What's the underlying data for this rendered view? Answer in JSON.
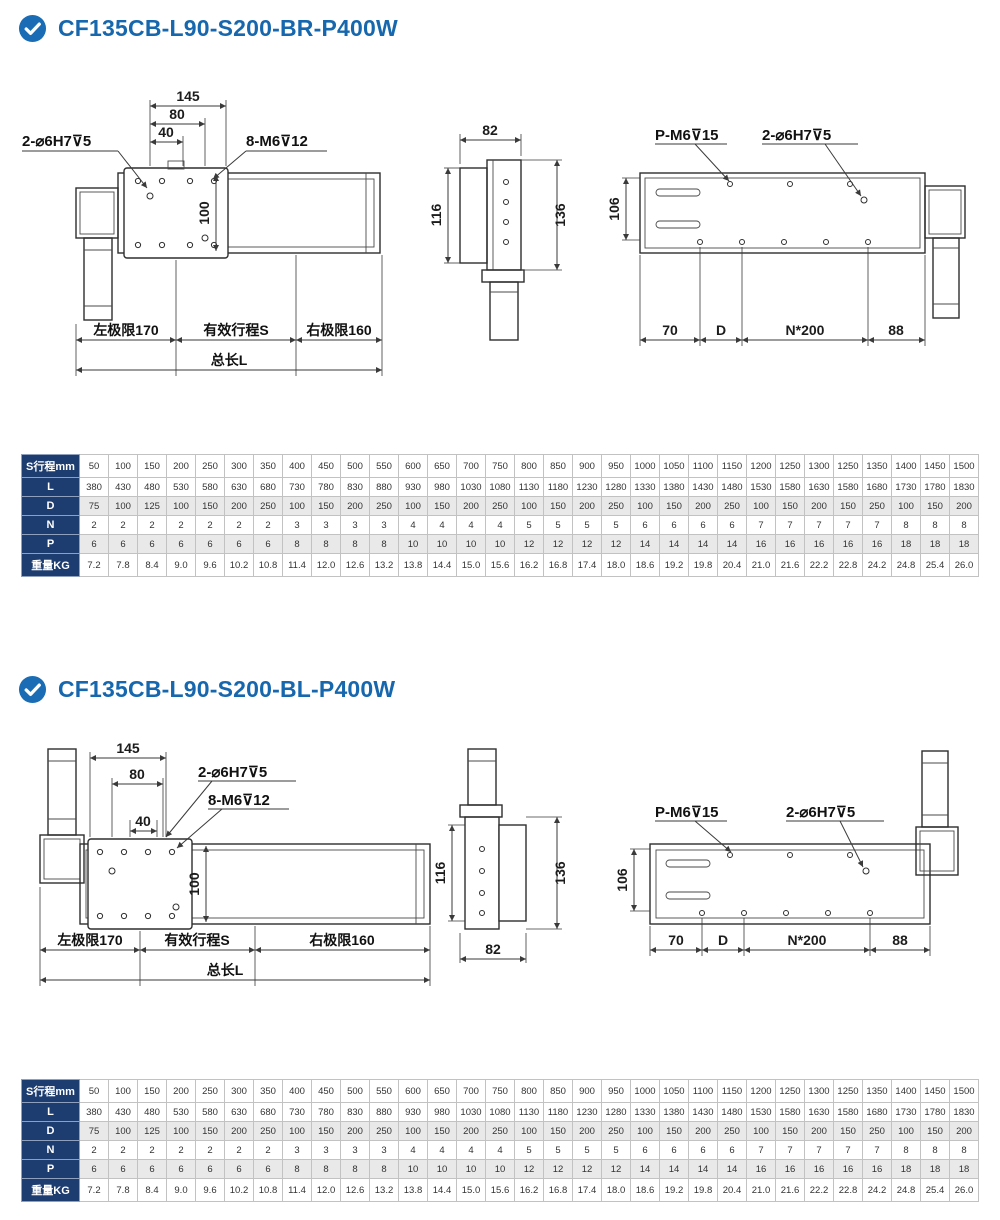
{
  "sections": [
    {
      "title": "CF135CB-L90-S200-BR-P400W",
      "plan": {
        "d145": "145",
        "d80": "80",
        "d40": "40",
        "dowel": "2-⌀6H7⊽5",
        "screws": "8-M6⊽12",
        "d100": "100",
        "left": "左极限170",
        "stroke": "有效行程S",
        "right": "右极限160",
        "total": "总长L"
      },
      "side": {
        "d82": "82",
        "d116": "116",
        "d136": "136"
      },
      "rear": {
        "pm6": "P-M6⊽15",
        "dowel": "2-⌀6H7⊽5",
        "d106": "106",
        "d70": "70",
        "dD": "D",
        "n200": "N*200",
        "d88": "88"
      },
      "table": {
        "row_headers": [
          "S行程mm",
          "L",
          "D",
          "N",
          "P",
          "重量KG"
        ],
        "rows": [
          [
            "50",
            "100",
            "150",
            "200",
            "250",
            "300",
            "350",
            "400",
            "450",
            "500",
            "550",
            "600",
            "650",
            "700",
            "750",
            "800",
            "850",
            "900",
            "950",
            "1000",
            "1050",
            "1100",
            "1150",
            "1200",
            "1250",
            "1300",
            "1250",
            "1350",
            "1400",
            "1450",
            "1500"
          ],
          [
            "380",
            "430",
            "480",
            "530",
            "580",
            "630",
            "680",
            "730",
            "780",
            "830",
            "880",
            "930",
            "980",
            "1030",
            "1080",
            "1130",
            "1180",
            "1230",
            "1280",
            "1330",
            "1380",
            "1430",
            "1480",
            "1530",
            "1580",
            "1630",
            "1580",
            "1680",
            "1730",
            "1780",
            "1830"
          ],
          [
            "75",
            "100",
            "125",
            "100",
            "150",
            "200",
            "250",
            "100",
            "150",
            "200",
            "250",
            "100",
            "150",
            "200",
            "250",
            "100",
            "150",
            "200",
            "250",
            "100",
            "150",
            "200",
            "250",
            "100",
            "150",
            "200",
            "150",
            "250",
            "100",
            "150",
            "200"
          ],
          [
            "2",
            "2",
            "2",
            "2",
            "2",
            "2",
            "2",
            "3",
            "3",
            "3",
            "3",
            "4",
            "4",
            "4",
            "4",
            "5",
            "5",
            "5",
            "5",
            "6",
            "6",
            "6",
            "6",
            "7",
            "7",
            "7",
            "7",
            "7",
            "8",
            "8",
            "8"
          ],
          [
            "6",
            "6",
            "6",
            "6",
            "6",
            "6",
            "6",
            "8",
            "8",
            "8",
            "8",
            "10",
            "10",
            "10",
            "10",
            "12",
            "12",
            "12",
            "12",
            "14",
            "14",
            "14",
            "14",
            "16",
            "16",
            "16",
            "16",
            "16",
            "18",
            "18",
            "18"
          ],
          [
            "7.2",
            "7.8",
            "8.4",
            "9.0",
            "9.6",
            "10.2",
            "10.8",
            "11.4",
            "12.0",
            "12.6",
            "13.2",
            "13.8",
            "14.4",
            "15.0",
            "15.6",
            "16.2",
            "16.8",
            "17.4",
            "18.0",
            "18.6",
            "19.2",
            "19.8",
            "20.4",
            "21.0",
            "21.6",
            "22.2",
            "22.8",
            "24.2",
            "24.8",
            "25.4",
            "26.0"
          ]
        ]
      }
    },
    {
      "title": "CF135CB-L90-S200-BL-P400W",
      "plan": {
        "d145": "145",
        "d80": "80",
        "d40": "40",
        "dowel": "2-⌀6H7⊽5",
        "screws": "8-M6⊽12",
        "d100": "100",
        "left": "左极限170",
        "stroke": "有效行程S",
        "right": "右极限160",
        "total": "总长L"
      },
      "side": {
        "d82": "82",
        "d116": "116",
        "d136": "136"
      },
      "rear": {
        "pm6": "P-M6⊽15",
        "dowel": "2-⌀6H7⊽5",
        "d106": "106",
        "d70": "70",
        "dD": "D",
        "n200": "N*200",
        "d88": "88"
      },
      "table": {
        "row_headers": [
          "S行程mm",
          "L",
          "D",
          "N",
          "P",
          "重量KG"
        ],
        "rows": [
          [
            "50",
            "100",
            "150",
            "200",
            "250",
            "300",
            "350",
            "400",
            "450",
            "500",
            "550",
            "600",
            "650",
            "700",
            "750",
            "800",
            "850",
            "900",
            "950",
            "1000",
            "1050",
            "1100",
            "1150",
            "1200",
            "1250",
            "1300",
            "1250",
            "1350",
            "1400",
            "1450",
            "1500"
          ],
          [
            "380",
            "430",
            "480",
            "530",
            "580",
            "630",
            "680",
            "730",
            "780",
            "830",
            "880",
            "930",
            "980",
            "1030",
            "1080",
            "1130",
            "1180",
            "1230",
            "1280",
            "1330",
            "1380",
            "1430",
            "1480",
            "1530",
            "1580",
            "1630",
            "1580",
            "1680",
            "1730",
            "1780",
            "1830"
          ],
          [
            "75",
            "100",
            "125",
            "100",
            "150",
            "200",
            "250",
            "100",
            "150",
            "200",
            "250",
            "100",
            "150",
            "200",
            "250",
            "100",
            "150",
            "200",
            "250",
            "100",
            "150",
            "200",
            "250",
            "100",
            "150",
            "200",
            "150",
            "250",
            "100",
            "150",
            "200"
          ],
          [
            "2",
            "2",
            "2",
            "2",
            "2",
            "2",
            "2",
            "3",
            "3",
            "3",
            "3",
            "4",
            "4",
            "4",
            "4",
            "5",
            "5",
            "5",
            "5",
            "6",
            "6",
            "6",
            "6",
            "7",
            "7",
            "7",
            "7",
            "7",
            "8",
            "8",
            "8"
          ],
          [
            "6",
            "6",
            "6",
            "6",
            "6",
            "6",
            "6",
            "8",
            "8",
            "8",
            "8",
            "10",
            "10",
            "10",
            "10",
            "12",
            "12",
            "12",
            "12",
            "14",
            "14",
            "14",
            "14",
            "16",
            "16",
            "16",
            "16",
            "16",
            "18",
            "18",
            "18"
          ],
          [
            "7.2",
            "7.8",
            "8.4",
            "9.0",
            "9.6",
            "10.2",
            "10.8",
            "11.4",
            "12.0",
            "12.6",
            "13.2",
            "13.8",
            "14.4",
            "15.0",
            "15.6",
            "16.2",
            "16.8",
            "17.4",
            "18.0",
            "18.6",
            "19.2",
            "19.8",
            "20.4",
            "21.0",
            "21.6",
            "22.2",
            "22.8",
            "24.2",
            "24.8",
            "25.4",
            "26.0"
          ]
        ]
      }
    }
  ],
  "colors": {
    "accent": "#1667ad",
    "table_header_bg": "#1d3c6f",
    "table_shade": "#e9e9e9"
  }
}
